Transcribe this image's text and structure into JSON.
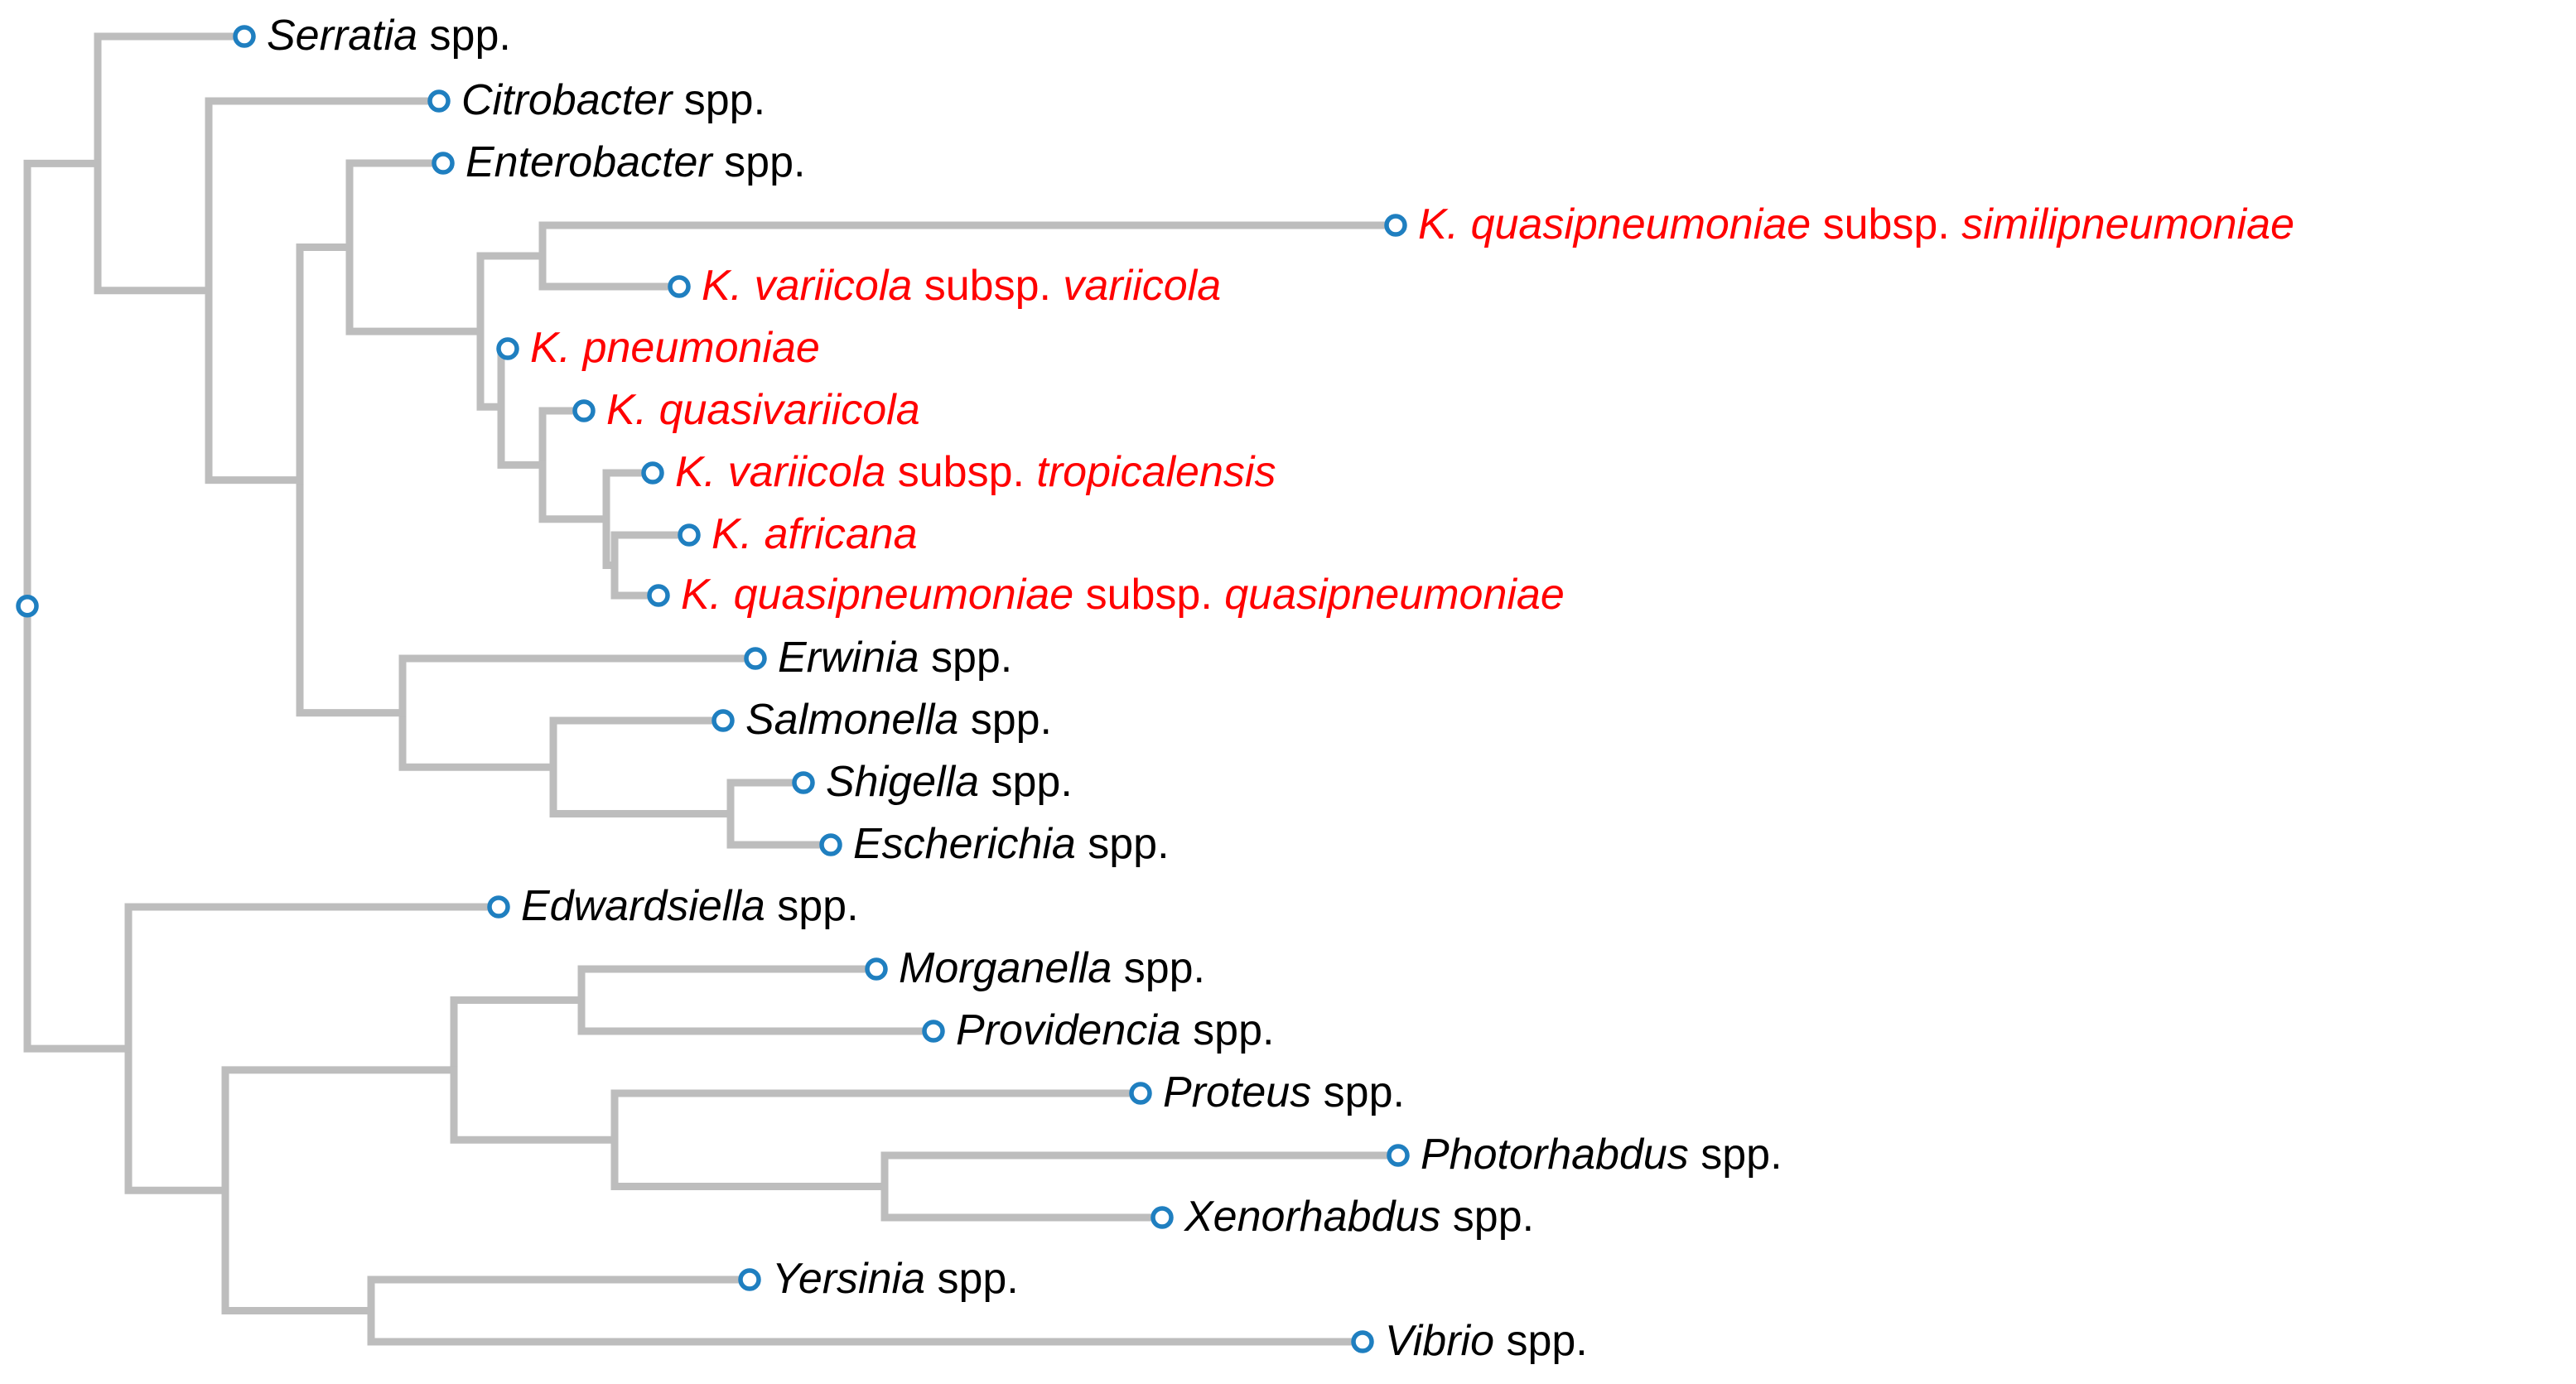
{
  "colors": {
    "branch": "#bdbdbd",
    "node_stroke": "#1f7fc0",
    "default_text": "#000000",
    "highlight_text": "#ff0000"
  },
  "tree": {
    "leaves": [
      {
        "id": "serratia",
        "parts": [
          {
            "t": "Serratia",
            "i": true
          },
          {
            "t": " spp.",
            "i": false
          }
        ],
        "highlight": false
      },
      {
        "id": "citrobacter",
        "parts": [
          {
            "t": "Citrobacter",
            "i": true
          },
          {
            "t": " spp.",
            "i": false
          }
        ],
        "highlight": false
      },
      {
        "id": "enterobacter",
        "parts": [
          {
            "t": "Enterobacter",
            "i": true
          },
          {
            "t": " spp.",
            "i": false
          }
        ],
        "highlight": false
      },
      {
        "id": "kq-similipneumoniae",
        "parts": [
          {
            "t": "K. quasipneumoniae",
            "i": true
          },
          {
            "t": " subsp. ",
            "i": false
          },
          {
            "t": "similipneumoniae",
            "i": true
          }
        ],
        "highlight": true
      },
      {
        "id": "kv-variicola",
        "parts": [
          {
            "t": "K. variicola",
            "i": true
          },
          {
            "t": " subsp. ",
            "i": false
          },
          {
            "t": "variicola",
            "i": true
          }
        ],
        "highlight": true
      },
      {
        "id": "k-pneumoniae",
        "parts": [
          {
            "t": "K. pneumoniae",
            "i": true
          }
        ],
        "highlight": true
      },
      {
        "id": "k-quasivariicola",
        "parts": [
          {
            "t": "K. quasivariicola",
            "i": true
          }
        ],
        "highlight": true
      },
      {
        "id": "kv-tropicalensis",
        "parts": [
          {
            "t": "K. variicola",
            "i": true
          },
          {
            "t": " subsp. ",
            "i": false
          },
          {
            "t": "tropicalensis",
            "i": true
          }
        ],
        "highlight": true
      },
      {
        "id": "k-africana",
        "parts": [
          {
            "t": "K. africana",
            "i": true
          }
        ],
        "highlight": true
      },
      {
        "id": "kq-quasipneumoniae",
        "parts": [
          {
            "t": "K. quasipneumoniae",
            "i": true
          },
          {
            "t": " subsp. ",
            "i": false
          },
          {
            "t": "quasipneumoniae",
            "i": true
          }
        ],
        "highlight": true
      },
      {
        "id": "erwinia",
        "parts": [
          {
            "t": "Erwinia",
            "i": true
          },
          {
            "t": " spp.",
            "i": false
          }
        ],
        "highlight": false
      },
      {
        "id": "salmonella",
        "parts": [
          {
            "t": "Salmonella",
            "i": true
          },
          {
            "t": " spp.",
            "i": false
          }
        ],
        "highlight": false
      },
      {
        "id": "shigella",
        "parts": [
          {
            "t": "Shigella",
            "i": true
          },
          {
            "t": " spp.",
            "i": false
          }
        ],
        "highlight": false
      },
      {
        "id": "escherichia",
        "parts": [
          {
            "t": "Escherichia",
            "i": true
          },
          {
            "t": " spp.",
            "i": false
          }
        ],
        "highlight": false
      },
      {
        "id": "edwardsiella",
        "parts": [
          {
            "t": "Edwardsiella",
            "i": true
          },
          {
            "t": " spp.",
            "i": false
          }
        ],
        "highlight": false
      },
      {
        "id": "morganella",
        "parts": [
          {
            "t": "Morganella",
            "i": true
          },
          {
            "t": " spp.",
            "i": false
          }
        ],
        "highlight": false
      },
      {
        "id": "providencia",
        "parts": [
          {
            "t": "Providencia",
            "i": true
          },
          {
            "t": " spp.",
            "i": false
          }
        ],
        "highlight": false
      },
      {
        "id": "proteus",
        "parts": [
          {
            "t": "Proteus",
            "i": true
          },
          {
            "t": " spp.",
            "i": false
          }
        ],
        "highlight": false
      },
      {
        "id": "photorhabdus",
        "parts": [
          {
            "t": "Photorhabdus",
            "i": true
          },
          {
            "t": " spp.",
            "i": false
          }
        ],
        "highlight": false
      },
      {
        "id": "xenorhabdus",
        "parts": [
          {
            "t": "Xenorhabdus",
            "i": true
          },
          {
            "t": " spp.",
            "i": false
          }
        ],
        "highlight": false
      },
      {
        "id": "yersinia",
        "parts": [
          {
            "t": "Yersinia",
            "i": true
          },
          {
            "t": " spp.",
            "i": false
          }
        ],
        "highlight": false
      },
      {
        "id": "vibrio",
        "parts": [
          {
            "t": "Vibrio",
            "i": true
          },
          {
            "t": " spp.",
            "i": false
          }
        ],
        "highlight": false
      }
    ],
    "newick": "((serratia,(citrobacter,(enterobacter,((kq-similipneumoniae,kv-variicola),(k-pneumoniae,(k-quasivariicola,(kv-tropicalensis,(k-africana,kq-quasipneumoniae)))))),(erwinia,(salmonella,(shigella,escherichia)))))),(edwardsiella,((morganella,providencia),(proteus,(photorhabdus,xenorhabdus))),(yersinia,vibrio)))"
  }
}
